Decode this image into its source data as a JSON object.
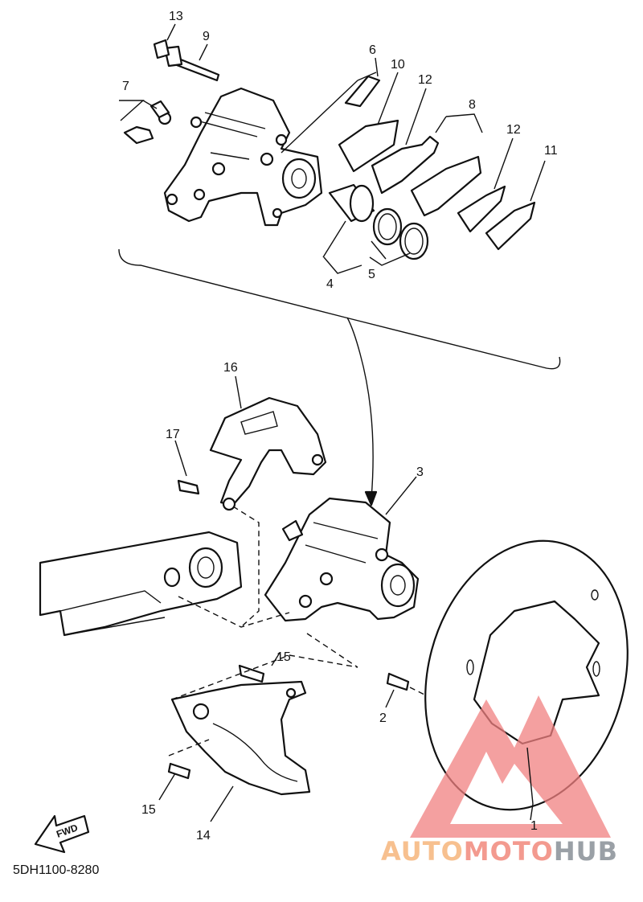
{
  "diagram": {
    "code": "5DH1100-8280",
    "fwd_label": "FWD",
    "watermark": {
      "part1": "AUTO",
      "part2": "MOTO",
      "part3": "HUB",
      "color1": "#f7c08f",
      "color2": "#f39a8f",
      "color3": "#9aa0a6",
      "triangle_color": "#f08080"
    },
    "callouts": [
      "1",
      "2",
      "3",
      "4",
      "5",
      "6",
      "7",
      "8",
      "9",
      "10",
      "11",
      "12",
      "12",
      "13",
      "14",
      "15",
      "15",
      "16",
      "17"
    ]
  }
}
